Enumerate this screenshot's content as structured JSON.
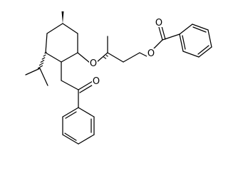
{
  "molecule": {
    "atoms": {
      "ether_oxygen": "O",
      "ester_oxygen": "O",
      "ester_carbonyl_oxygen": "O",
      "ketone_oxygen": "O"
    }
  },
  "colors": {
    "bond": "#000000",
    "background": "#ffffff"
  }
}
